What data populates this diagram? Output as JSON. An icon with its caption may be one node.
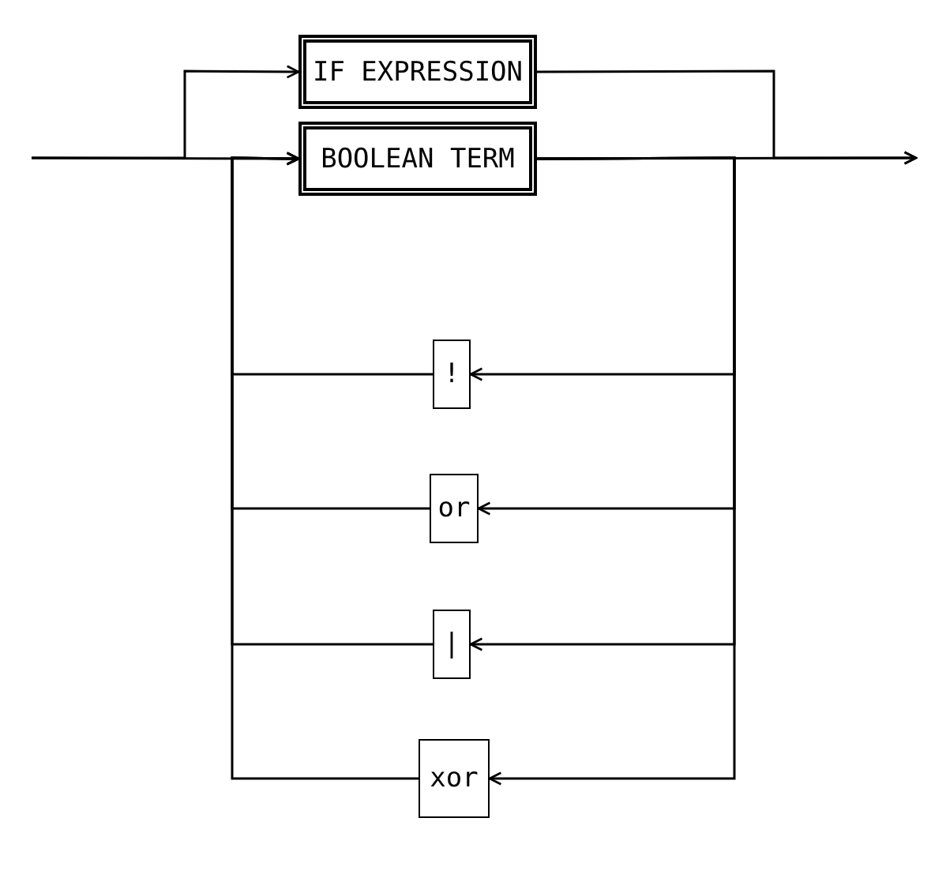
{
  "diagram": {
    "nodes": [
      {
        "text": [
          "IF EXPRESSION"
        ]
      },
      {
        "text": [
          "BOOLEAN TERM"
        ]
      },
      {
        "text": [
          "!"
        ]
      },
      {
        "text": [
          "or"
        ]
      },
      {
        "text": [
          "|"
        ]
      },
      {
        "text": [
          "xor"
        ]
      }
    ],
    "edges": [
      {
        "from": null,
        "to": 0,
        "arrow": "to"
      },
      {
        "from": null,
        "to": 1,
        "arrow": "to"
      },
      {
        "from": 0,
        "to": null,
        "arrow": "to"
      },
      {
        "from": 1,
        "to": null,
        "arrow": "to"
      },
      {
        "from": 1,
        "to": 2,
        "arrow": "to"
      },
      {
        "from": 1,
        "to": 3,
        "arrow": "to"
      },
      {
        "from": 1,
        "to": 4,
        "arrow": "to"
      },
      {
        "from": 1,
        "to": 5,
        "arrow": "to"
      },
      {
        "from": 2,
        "to": 1,
        "arrow": "to"
      },
      {
        "from": 3,
        "to": 1,
        "arrow": "to"
      },
      {
        "from": 4,
        "to": 1,
        "arrow": "to"
      },
      {
        "from": 5,
        "to": 1,
        "arrow": "to"
      }
    ]
  }
}
